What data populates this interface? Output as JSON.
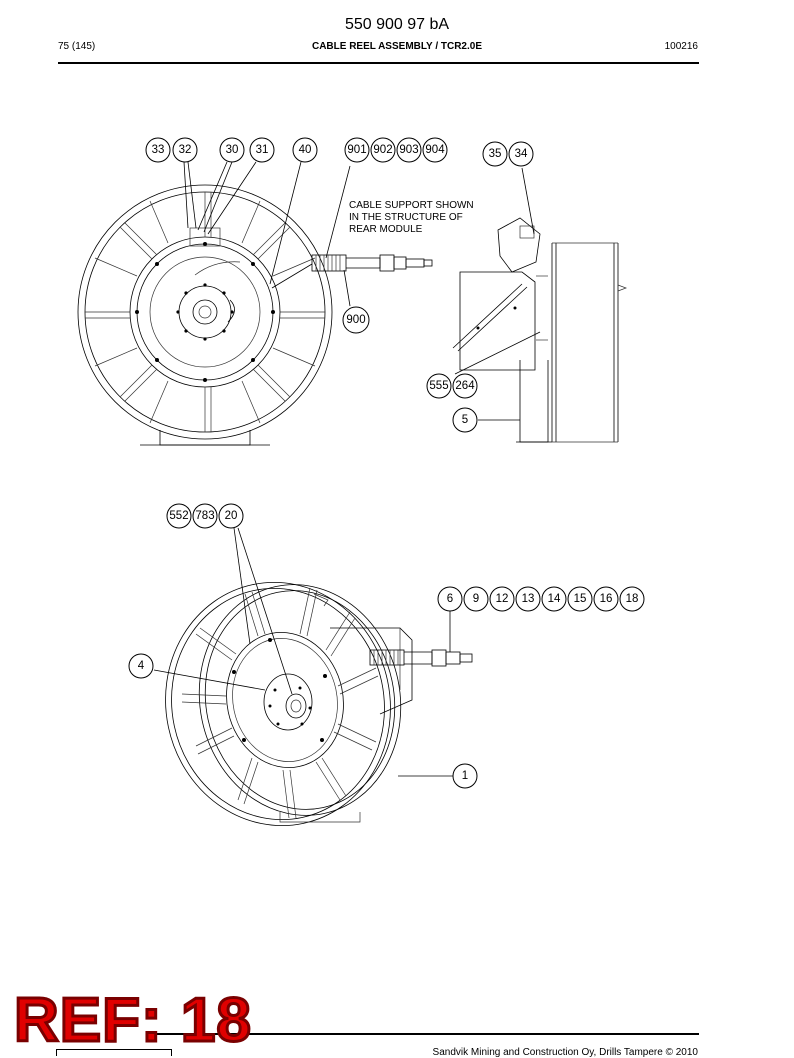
{
  "header": {
    "doc_number": "550 900 97 bA",
    "page": "75 (145)",
    "title": "CABLE REEL ASSEMBLY / TCR2.0E",
    "code": "100216"
  },
  "top_view": {
    "note_lines": [
      "CABLE SUPPORT SHOWN",
      "IN THE STRUCTURE OF",
      "REAR MODULE"
    ],
    "callouts": [
      "33",
      "32",
      "30",
      "31",
      "40",
      "901",
      "902",
      "903",
      "904",
      "35",
      "34",
      "900",
      "555",
      "264",
      "5"
    ]
  },
  "bottom_view": {
    "callouts": [
      "552",
      "783",
      "20",
      "6",
      "9",
      "12",
      "13",
      "14",
      "15",
      "16",
      "18",
      "4",
      "1"
    ]
  },
  "stamp": {
    "text": "REF: 18",
    "color": "#e00000"
  },
  "footer": {
    "copyright": "Sandvik Mining and Construction Oy, Drills Tampere © 2010"
  }
}
